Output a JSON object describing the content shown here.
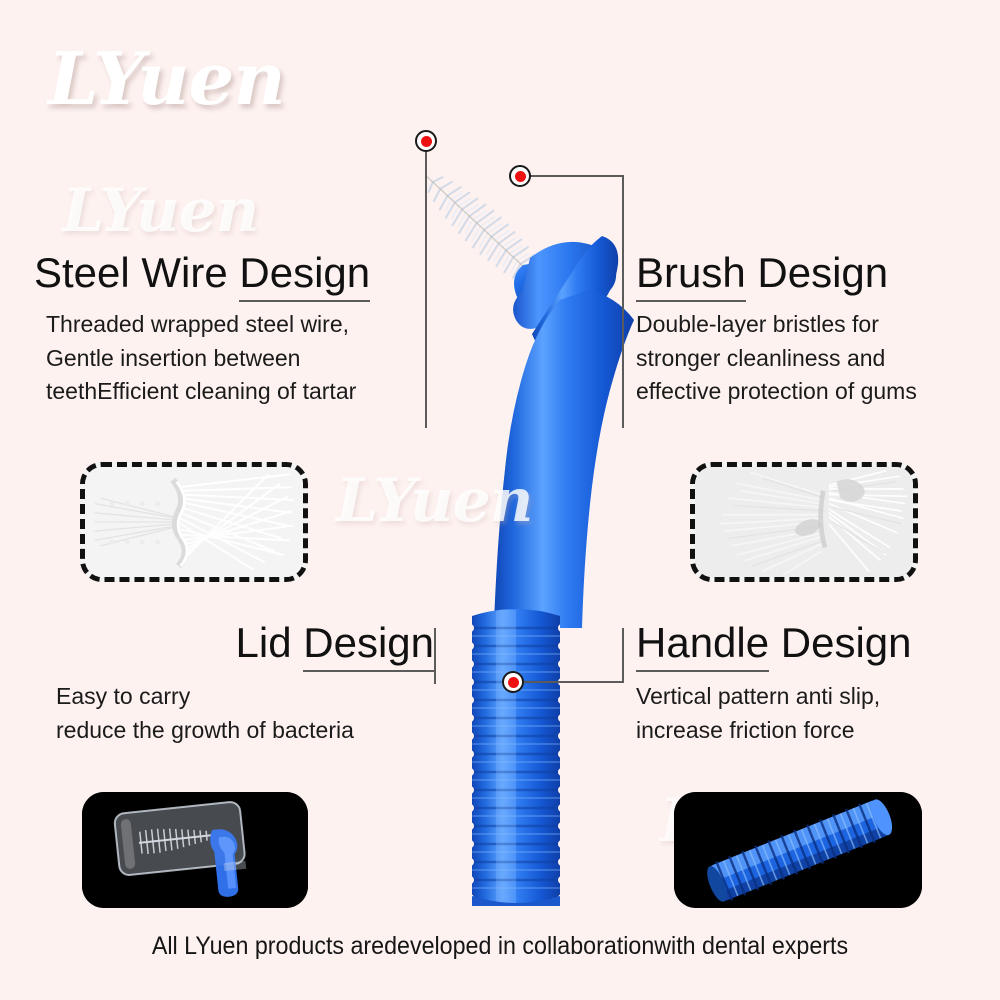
{
  "brand": {
    "logo_text": "LYuen",
    "watermark_text": "LYuen"
  },
  "colors": {
    "background": "#fdf2f0",
    "handle_blue": "#1f6fe8",
    "handle_blue_light": "#4f9bff",
    "marker_red": "#ee1111",
    "line_gray": "#5b5b5b",
    "heading_black": "#111111",
    "thumb_dark": "#000000"
  },
  "features": [
    {
      "id": "steel-wire",
      "heading_plain": "Steel Wire ",
      "heading_underlined": "Design",
      "body_lines": [
        "Threaded wrapped steel wire,",
        "Gentle insertion between",
        "teethEfficient cleaning of tartar"
      ],
      "thumbnail_name": "steel-wire-closeup"
    },
    {
      "id": "brush",
      "heading_underlined": "Brush",
      "heading_plain": " Design",
      "body_lines": [
        "Double-layer bristles for",
        "stronger cleanliness and",
        "effective protection of gums"
      ],
      "thumbnail_name": "brush-bristles-closeup"
    },
    {
      "id": "lid",
      "heading_plain": "Lid ",
      "heading_underlined": "Design",
      "body_lines": [
        "Easy to carry",
        "reduce the growth of bacteria"
      ],
      "thumbnail_name": "lid-cap-photo"
    },
    {
      "id": "handle",
      "heading_underlined": "Handle",
      "heading_plain": " Design",
      "body_lines": [
        "Vertical pattern anti slip,",
        "increase friction force"
      ],
      "thumbnail_name": "handle-grip-photo"
    }
  ],
  "footer": {
    "text": "All LYuen products aredeveloped in collaborationwith dental experts"
  },
  "product": {
    "name": "interdental-brush",
    "description": "angled blue interdental brush with steel wire bristle head"
  }
}
